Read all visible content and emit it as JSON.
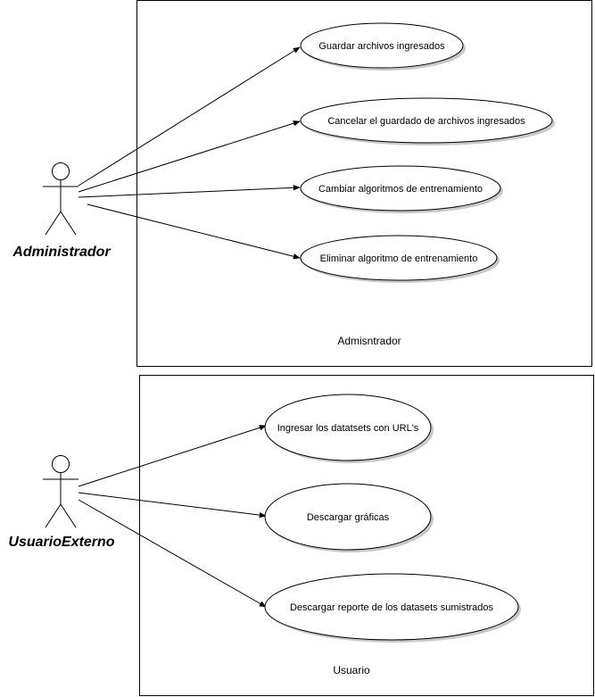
{
  "boundaries": [
    {
      "label": "Admisntrador"
    },
    {
      "label": "Usuario"
    }
  ],
  "actors": [
    {
      "name": "Administrador"
    },
    {
      "name": "UsuarioExterno"
    }
  ],
  "use_cases": [
    {
      "label": "Guardar archivos ingresados"
    },
    {
      "label": "Cancelar el guardado de archivos ingresados"
    },
    {
      "label": "Cambiar algoritmos de entrenamiento"
    },
    {
      "label": "Eliminar algoritmo de entrenamiento"
    },
    {
      "label": "Ingresar los datatsets con URL's"
    },
    {
      "label": "Descargar gráficas"
    },
    {
      "label": "Descargar reporte de los datasets sumistrados"
    }
  ],
  "colors": {
    "stroke": "#000000",
    "fill": "#ffffff",
    "shadow": "#c8c8c8"
  }
}
